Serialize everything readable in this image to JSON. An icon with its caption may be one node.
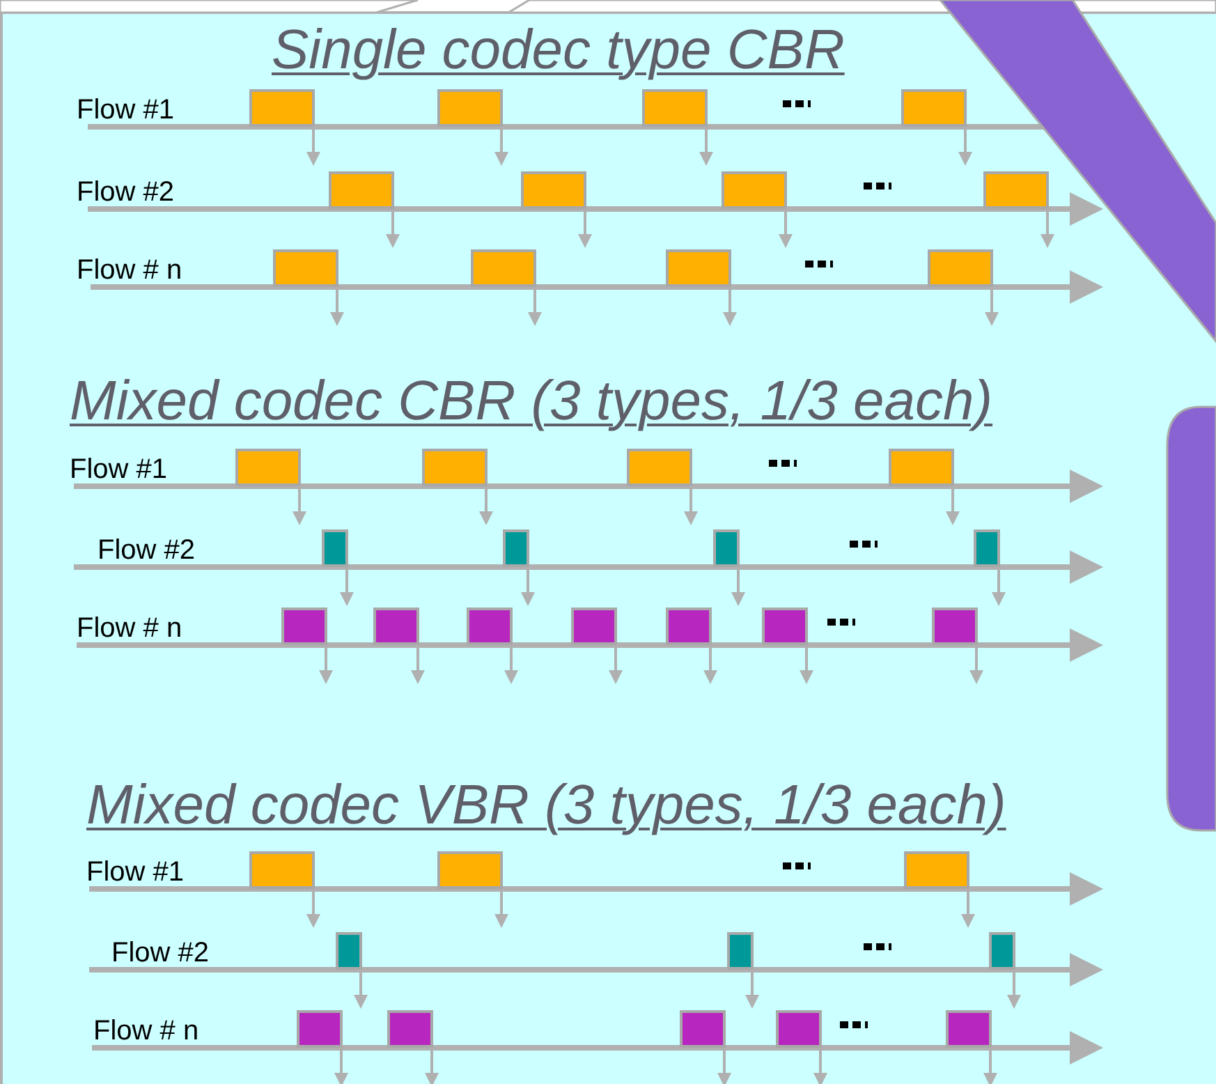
{
  "diagram": {
    "nodes": [
      {
        "text": [],
        "shape": "triangle"
      },
      {
        "text": [],
        "shape": "box"
      }
    ],
    "labels": [
      "Single codec type CBR",
      "Flow #1",
      "Flow #2",
      "Flow # n",
      "Mixed codec CBR (3 types, 1/3 each)",
      "Flow #1",
      "Flow #2",
      "Flow # n",
      "Mixed codec VBR (3 types, 1/3 each)",
      "Flow #1",
      "Flow #2",
      "Flow # n"
    ]
  }
}
